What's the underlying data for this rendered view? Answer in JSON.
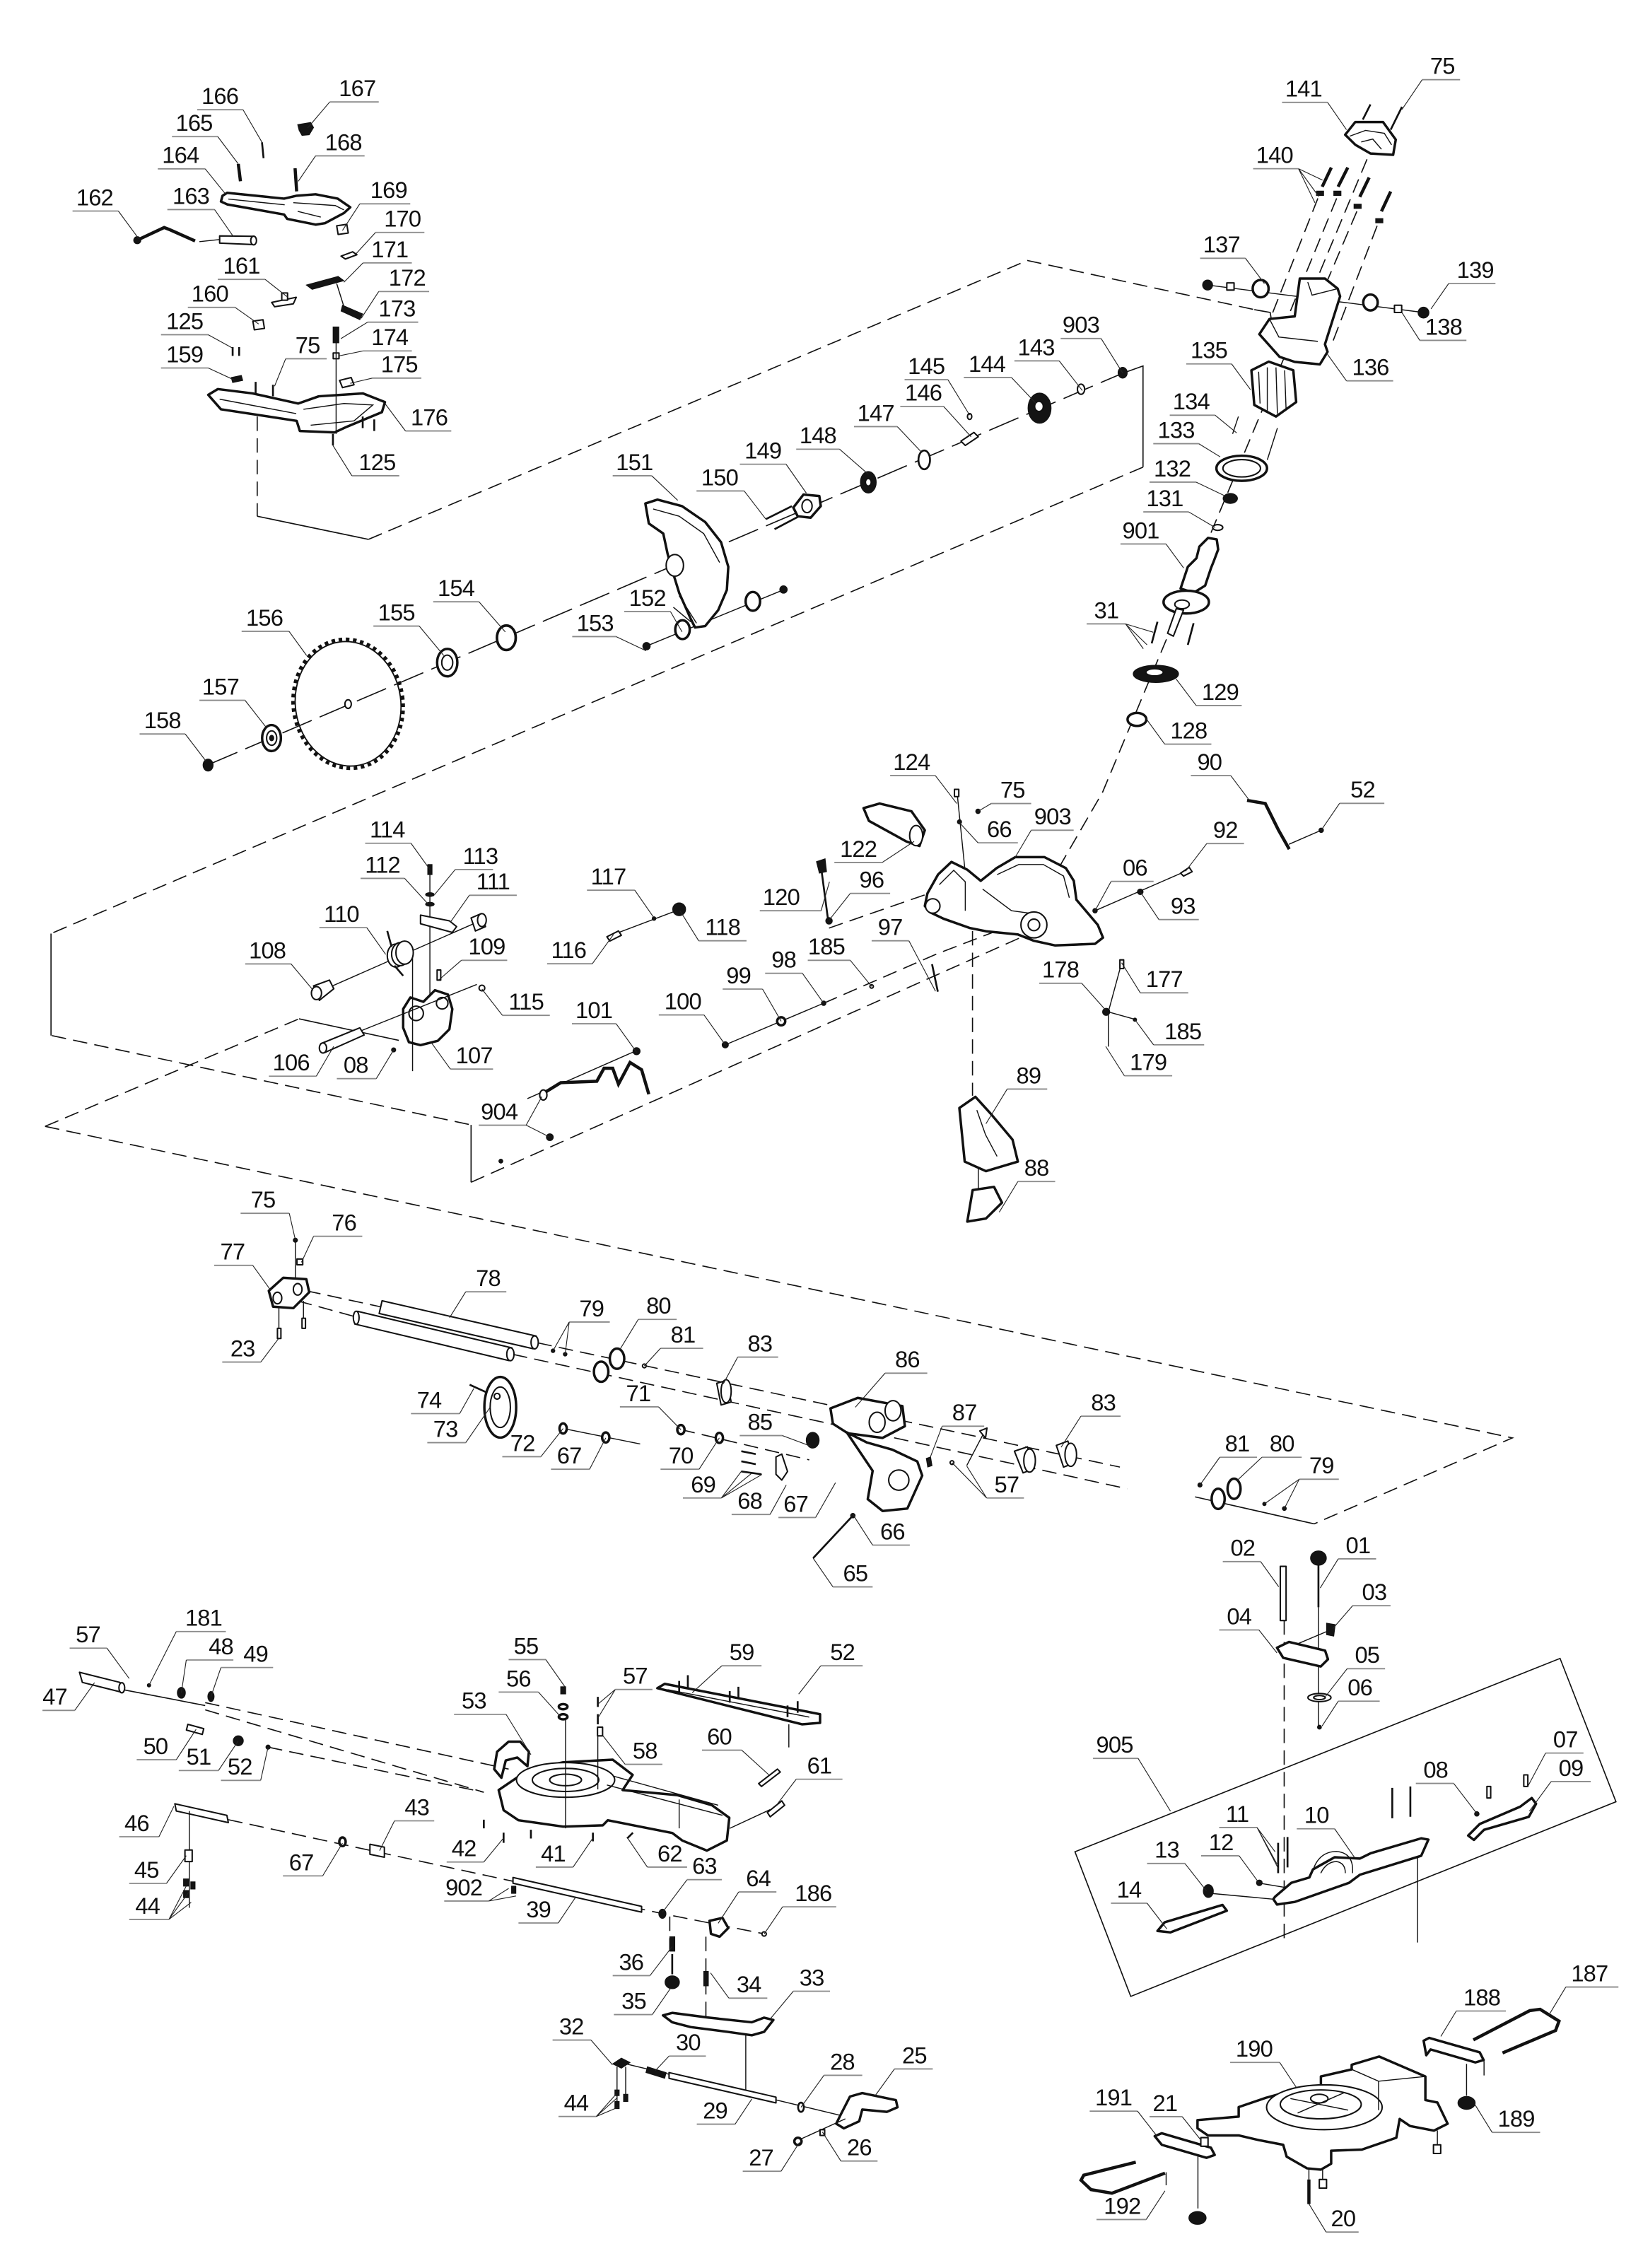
{
  "colors": {
    "background": "#ffffff",
    "lines": "#111111",
    "label_underline": "#8a8a8a"
  },
  "callouts": {
    "handle": [
      "166",
      "165",
      "167",
      "168",
      "164",
      "169",
      "162",
      "163",
      "170",
      "171",
      "161",
      "172",
      "160",
      "173",
      "125",
      "174",
      "75",
      "159",
      "175",
      "176",
      "125"
    ],
    "motor": [
      "75",
      "141",
      "140",
      "137",
      "139",
      "138",
      "135",
      "136",
      "134",
      "133",
      "132",
      "131",
      "901",
      "31",
      "129",
      "128"
    ],
    "spindle": [
      "903",
      "143",
      "144",
      "145",
      "146",
      "147",
      "148",
      "149",
      "150",
      "151",
      "152",
      "153"
    ],
    "blade": [
      "154",
      "155",
      "156",
      "157",
      "158"
    ],
    "lever": [
      "114",
      "113",
      "112",
      "111",
      "110",
      "109",
      "108",
      "117",
      "116",
      "115",
      "101",
      "106",
      "08",
      "107",
      "904"
    ],
    "arm": [
      "124",
      "75",
      "66",
      "903",
      "90",
      "52",
      "122",
      "120",
      "96",
      "92",
      "06",
      "93",
      "118",
      "185",
      "97",
      "98",
      "99",
      "100",
      "178",
      "177",
      "185",
      "179",
      "89",
      "88"
    ],
    "rails": [
      "75",
      "76",
      "77",
      "78",
      "23",
      "79",
      "80",
      "81",
      "83",
      "86",
      "74",
      "73",
      "71",
      "72",
      "67",
      "70",
      "85",
      "69",
      "68",
      "67",
      "87",
      "83",
      "57",
      "66",
      "65",
      "81",
      "80",
      "79"
    ],
    "base": [
      "57",
      "181",
      "48",
      "49",
      "47",
      "50",
      "51",
      "52",
      "53",
      "55",
      "56",
      "57",
      "58",
      "59",
      "52",
      "60",
      "61",
      "42",
      "41",
      "62",
      "63",
      "43",
      "46",
      "45",
      "44",
      "67",
      "902",
      "39",
      "64",
      "186",
      "36"
    ],
    "lower": [
      "34",
      "35",
      "33",
      "32",
      "30",
      "28",
      "25",
      "44",
      "29",
      "27",
      "26"
    ],
    "fence": [
      "02",
      "01",
      "03",
      "04",
      "05",
      "06",
      "905",
      "07",
      "08",
      "09",
      "11",
      "10",
      "12",
      "13",
      "14"
    ],
    "stand": [
      "187",
      "188",
      "190",
      "189",
      "191",
      "21",
      "192",
      "20"
    ]
  }
}
